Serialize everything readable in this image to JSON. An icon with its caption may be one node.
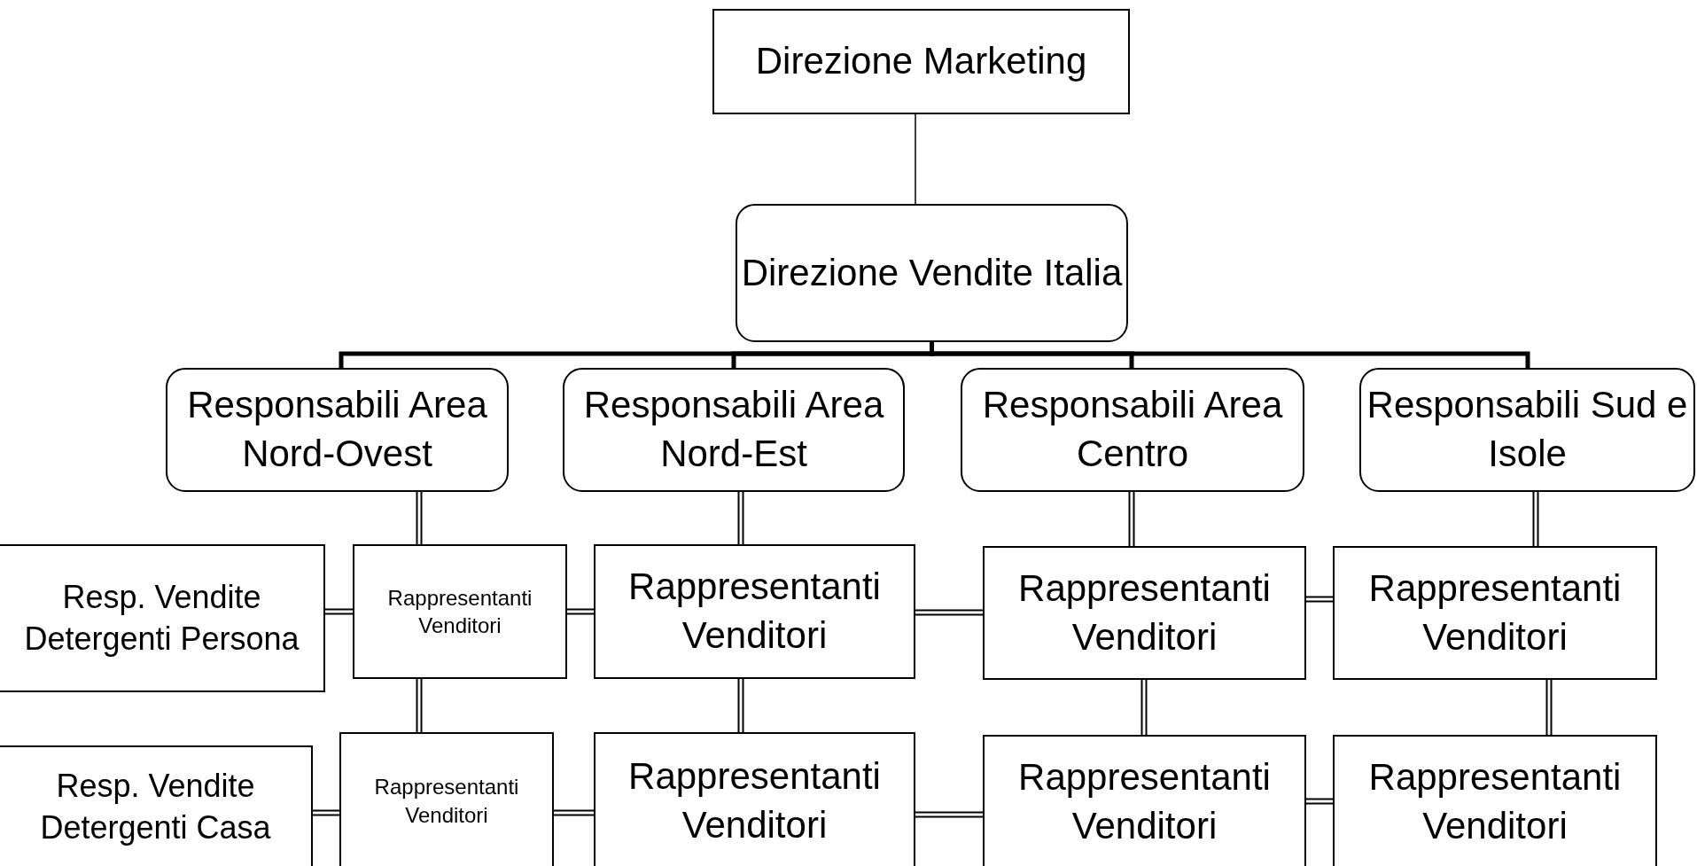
{
  "diagram": {
    "nodes": [
      {
        "text": [
          "Direzione Marketing"
        ]
      },
      {
        "text": [
          "Direzione Vendite Italia"
        ]
      },
      {
        "text": [
          "Responsabili Area Nord-Ovest"
        ]
      },
      {
        "text": [
          "Responsabili Area Nord-Est"
        ]
      },
      {
        "text": [
          "Responsabili Area Centro"
        ]
      },
      {
        "text": [
          "Responsabili Sud e Isole"
        ]
      },
      {
        "text": [
          "Resp. Vendite Detergenti Persona"
        ]
      },
      {
        "text": [
          "Rappresentanti Venditori"
        ]
      },
      {
        "text": [
          "Rappresentanti Venditori"
        ]
      },
      {
        "text": [
          "Rappresentanti Venditori"
        ]
      },
      {
        "text": [
          "Rappresentanti Venditori"
        ]
      },
      {
        "text": [
          "Resp. Vendite Detergenti Casa"
        ]
      },
      {
        "text": [
          "Rappresentanti Venditori"
        ]
      },
      {
        "text": [
          "Rappresentanti Venditori"
        ]
      },
      {
        "text": [
          "Rappresentanti Venditori"
        ]
      },
      {
        "text": [
          "Rappresentanti Venditori"
        ]
      }
    ],
    "edges": [
      {
        "from": 0,
        "to": 1,
        "arrow": "none"
      },
      {
        "from": 1,
        "to": 2,
        "arrow": "none",
        "style": "thick"
      },
      {
        "from": 1,
        "to": 3,
        "arrow": "none",
        "style": "thick"
      },
      {
        "from": 1,
        "to": 4,
        "arrow": "none",
        "style": "thick"
      },
      {
        "from": 1,
        "to": 5,
        "arrow": "none",
        "style": "thick"
      },
      {
        "from": 2,
        "to": 7,
        "arrow": "none"
      },
      {
        "from": 3,
        "to": 8,
        "arrow": "none"
      },
      {
        "from": 4,
        "to": 9,
        "arrow": "none"
      },
      {
        "from": 5,
        "to": 10,
        "arrow": "none"
      },
      {
        "from": 7,
        "to": 12,
        "arrow": "none"
      },
      {
        "from": 8,
        "to": 13,
        "arrow": "none"
      },
      {
        "from": 9,
        "to": 14,
        "arrow": "none"
      },
      {
        "from": 10,
        "to": 15,
        "arrow": "none"
      },
      {
        "from": 6,
        "to": 7,
        "arrow": "none"
      },
      {
        "from": 7,
        "to": 8,
        "arrow": "none"
      },
      {
        "from": 8,
        "to": 9,
        "arrow": "none"
      },
      {
        "from": 9,
        "to": 10,
        "arrow": "none"
      },
      {
        "from": 11,
        "to": 12,
        "arrow": "none"
      },
      {
        "from": 12,
        "to": 13,
        "arrow": "none"
      },
      {
        "from": 13,
        "to": 14,
        "arrow": "none"
      },
      {
        "from": 14,
        "to": 15,
        "arrow": "none"
      }
    ]
  }
}
